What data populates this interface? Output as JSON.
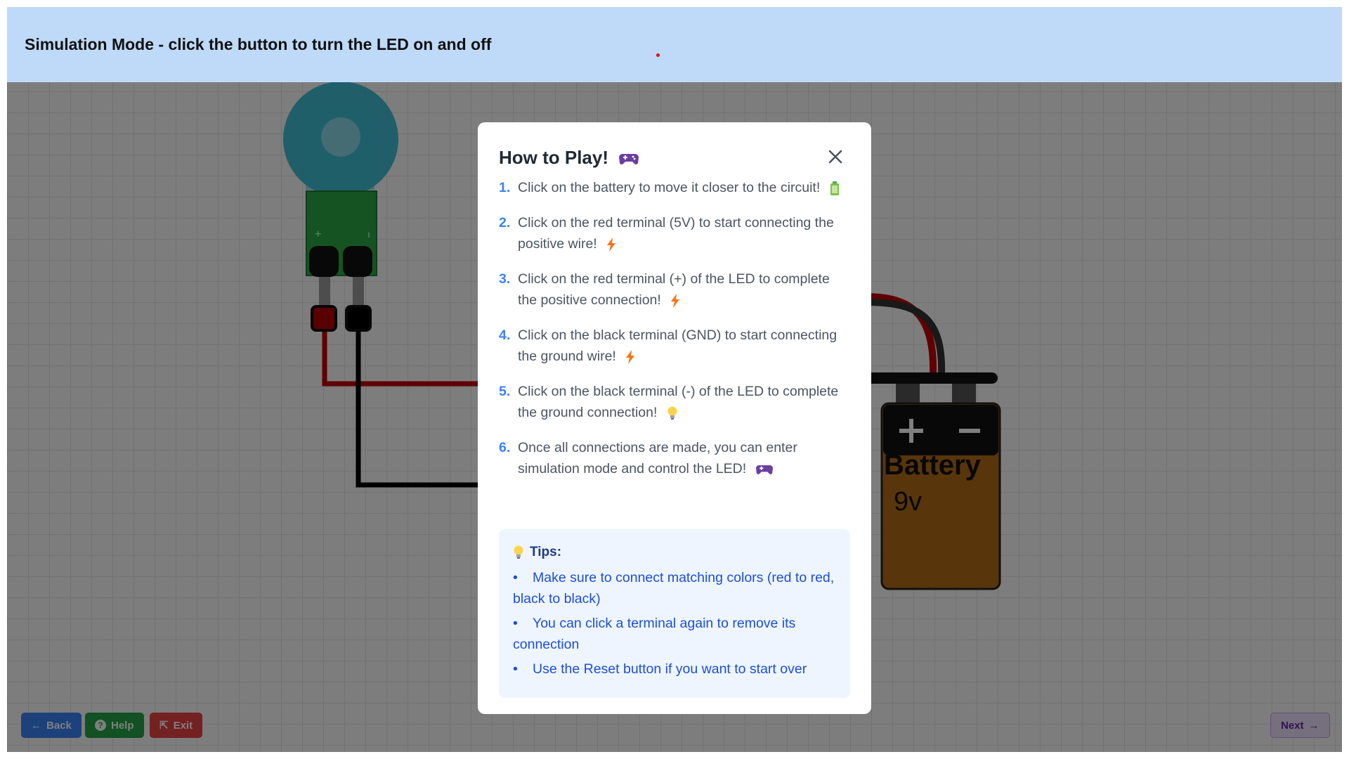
{
  "header": {
    "title": "Simulation Mode - click the button to turn the LED on and off"
  },
  "battery": {
    "label": "Battery",
    "voltage": "9v",
    "plus": "+",
    "minus": "−"
  },
  "nav": {
    "back": "Back",
    "help": "Help",
    "exit": "Exit",
    "next": "Next"
  },
  "modal": {
    "title": "How to Play!",
    "steps": [
      {
        "num": "1.",
        "text": "Click on the battery to move it closer to the circuit!",
        "icon": "battery-icon"
      },
      {
        "num": "2.",
        "text": "Click on the red terminal (5V) to start connecting the positive wire!",
        "icon": "lightning-icon"
      },
      {
        "num": "3.",
        "text": "Click on the red terminal (+) of the LED to complete the positive connection!",
        "icon": "lightning-icon"
      },
      {
        "num": "4.",
        "text": "Click on the black terminal (GND) to start connecting the ground wire!",
        "icon": "lightning-icon"
      },
      {
        "num": "5.",
        "text": "Click on the black terminal (-) of the LED to complete the ground connection!",
        "icon": "lightbulb-icon"
      },
      {
        "num": "6.",
        "text": "Once all connections are made, you can enter simulation mode and control the LED!",
        "icon": "gamepad-icon"
      }
    ],
    "tips_title": "Tips:",
    "tips": [
      "Make sure to connect matching colors (red to red, black to black)",
      "You can click a terminal again to remove its connection",
      "Use the Reset button if you want to start over"
    ]
  },
  "colors": {
    "header_bg": "#bedaf8",
    "accent_blue": "#3b82f6",
    "wire_red": "#c00000",
    "wire_black": "#000000",
    "led_glow": "#2bb7d0",
    "battery_body": "#b06a17"
  }
}
